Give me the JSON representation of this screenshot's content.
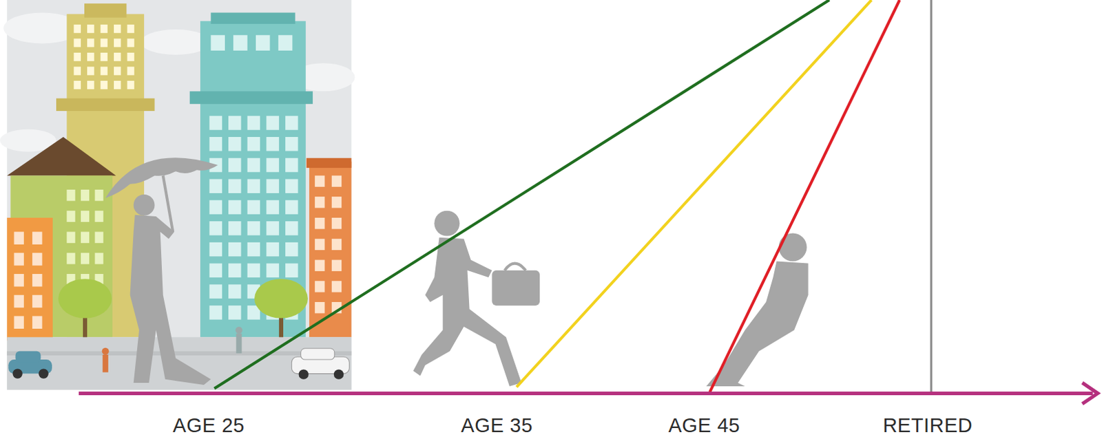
{
  "diagram": {
    "labels": [
      "AGE 25",
      "AGE 35",
      "AGE 45",
      "RETIRED"
    ]
  }
}
